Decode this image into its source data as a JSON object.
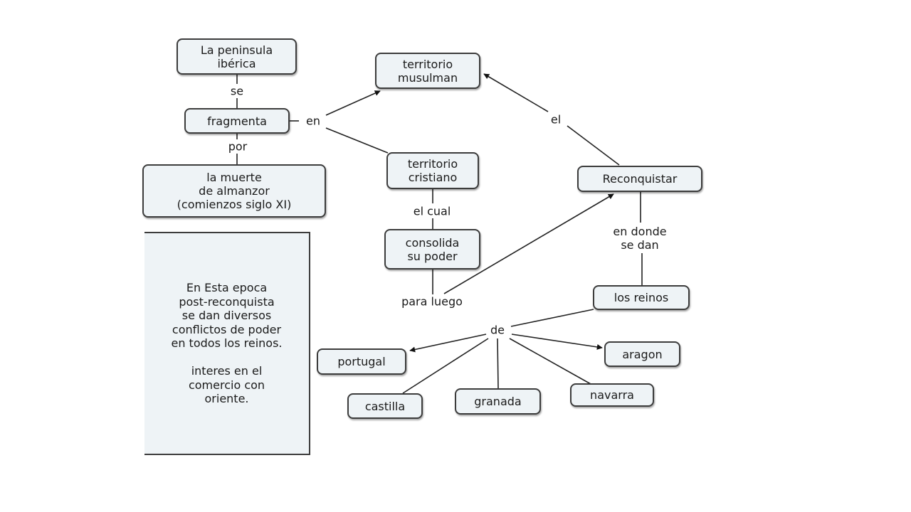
{
  "concepts": {
    "peninsula": "La peninsula\nibérica",
    "fragmenta": "fragmenta",
    "muerte": "la muerte\nde almanzor\n(comienzos siglo XI)",
    "musulman": "territorio\nmusulman",
    "cristiano": "territorio\ncristiano",
    "consolida": "consolida\nsu poder",
    "reconquistar": "Reconquistar",
    "reinos": "los reinos",
    "portugal": "portugal",
    "castilla": "castilla",
    "granada": "granada",
    "navarra": "navarra",
    "aragon": "aragon"
  },
  "links": {
    "se": "se",
    "por": "por",
    "en": "en",
    "el_cual": "el cual",
    "para_luego": "para luego",
    "el": "el",
    "en_donde": "en donde\nse dan",
    "de": "de"
  },
  "note": "En Esta epoca\npost-reconquista\nse dan diversos\nconflictos de poder\nen todos los reinos.\n\ninteres en el\ncomercio con\noriente."
}
